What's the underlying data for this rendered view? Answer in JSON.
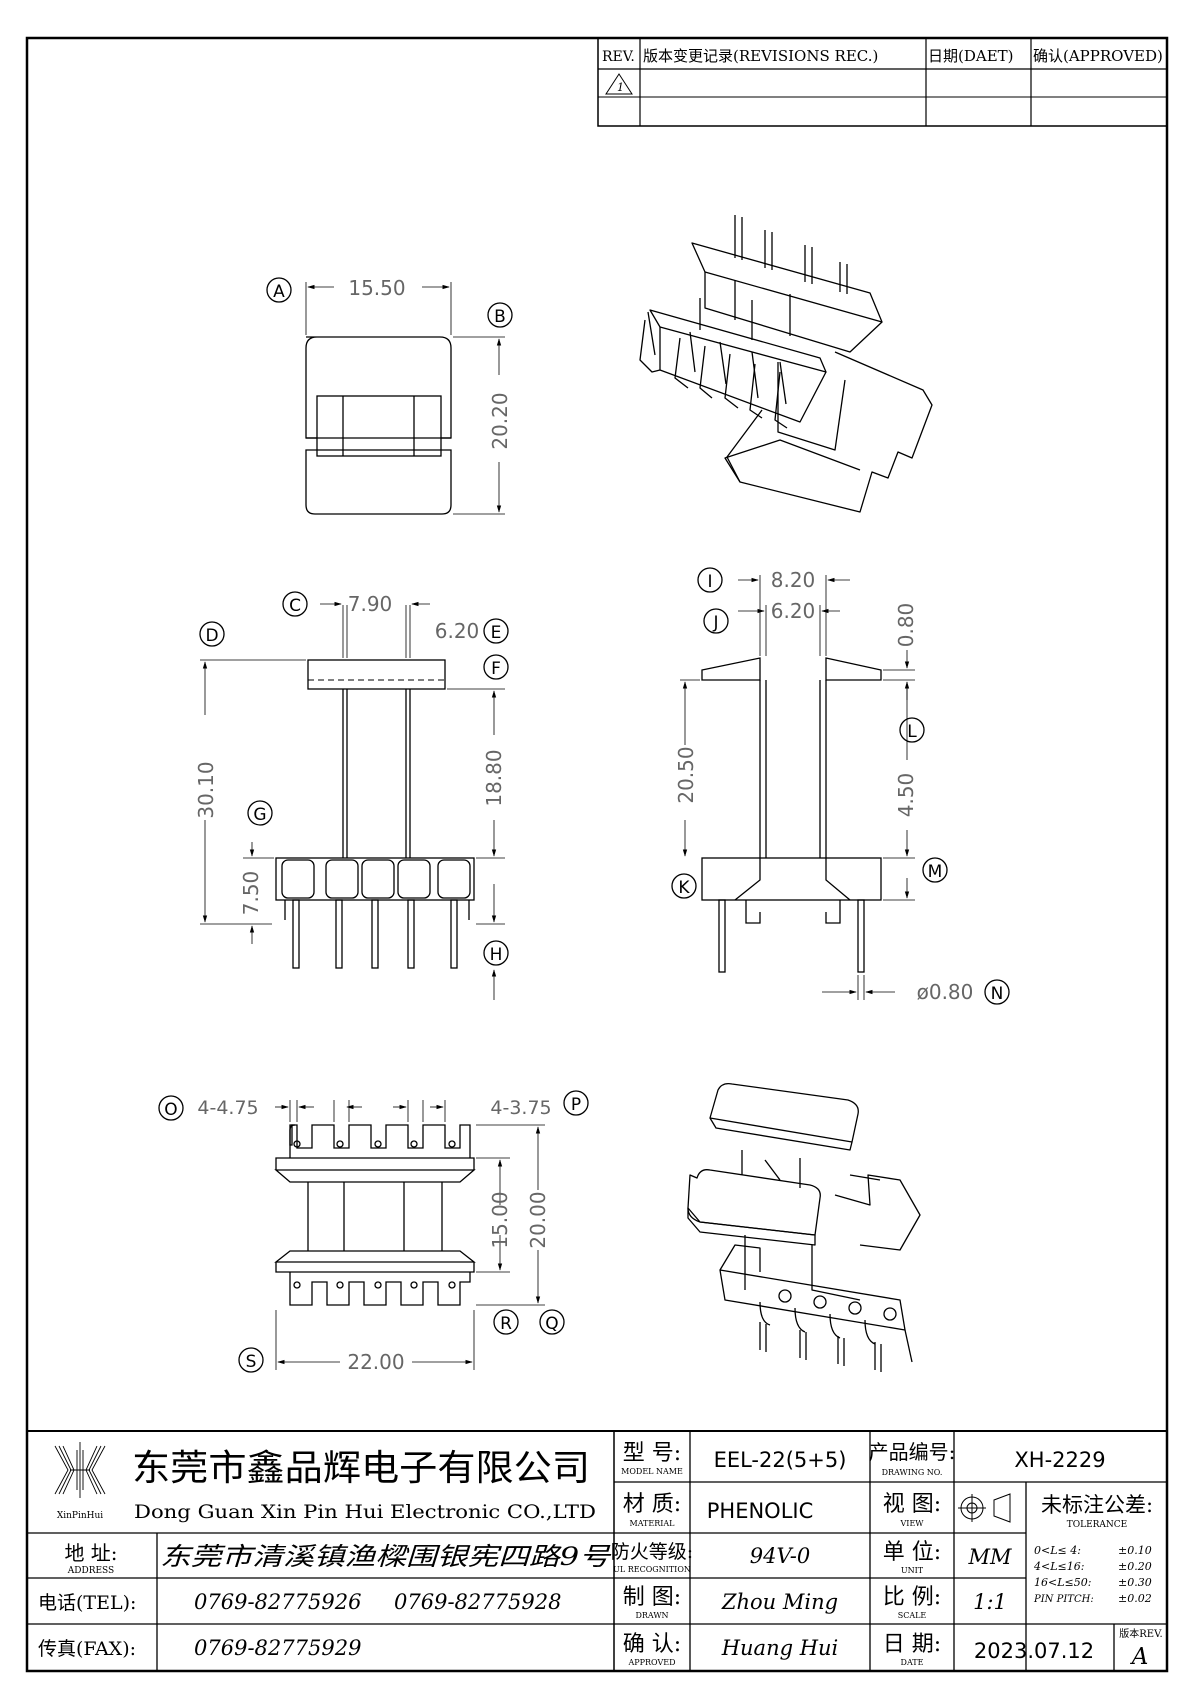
{
  "revisions": {
    "headers": {
      "rev": "REV.",
      "desc": "版本变更记录(REVISIONS REC.)",
      "date": "日期(DAET)",
      "approved": "确认(APPROVED)"
    },
    "rows": [
      {
        "rev": "1"
      }
    ]
  },
  "dimensions": {
    "top_view": {
      "width": "15.50",
      "height": "20.20",
      "label_a": "A",
      "label_b": "B"
    },
    "front_view": {
      "c_label": "C",
      "c_value": "7.90",
      "e_label": "E",
      "e_value": "6.20",
      "d_label": "D",
      "d_value": "30.10",
      "f_label": "F",
      "f_value": "18.80",
      "g_label": "G",
      "g_value": "7.50",
      "h_label": "H"
    },
    "side_view": {
      "i_label": "I",
      "i_value": "8.20",
      "j_label": "J",
      "j_value": "6.20",
      "top_value": "0.80",
      "l_label": "L",
      "l_value": "4.50",
      "left_value": "20.50",
      "k_label": "K",
      "m_label": "M",
      "n_label": "N",
      "n_value": "ø0.80"
    },
    "bottom_view": {
      "o_label": "O",
      "o_value": "4-4.75",
      "p_label": "P",
      "p_value": "4-3.75",
      "inner_value": "15.00",
      "outer_value": "20.00",
      "r_label": "R",
      "q_label": "Q",
      "s_label": "S",
      "s_value": "22.00"
    }
  },
  "title_block": {
    "company_cn": "东莞市鑫品辉电子有限公司",
    "company_en": "Dong Guan Xin Pin Hui Electronic CO.,LTD",
    "logo_text": "XinPinHui",
    "address_label": "地 址:",
    "address_sub": "ADDRESS",
    "address": "东莞市清溪镇渔樑围银宪四路9号",
    "tel_label": "电话(TEL):",
    "tel1": "0769-82775926",
    "tel2": "0769-82775928",
    "fax_label": "传真(FAX):",
    "fax": "0769-82775929",
    "model_label": "型 号:",
    "model_sub": "MODEL NAME",
    "model": "EEL-22(5+5)",
    "material_label": "材 质:",
    "material_sub": "MATERIAL",
    "material": "PHENOLIC",
    "fire_label": "防火等级:",
    "fire_sub": "UL RECOGNITION",
    "fire": "94V-0",
    "drawn_label": "制 图:",
    "drawn_sub": "DRAWN",
    "drawn": "Zhou Ming",
    "approved_label": "确 认:",
    "approved_sub": "APPROVED",
    "approved": "Huang Hui",
    "drawing_no_label": "产品编号:",
    "drawing_no_sub": "DRAWING NO.",
    "drawing_no": "XH-2229",
    "view_label": "视 图:",
    "view_sub": "VIEW",
    "unit_label": "单 位:",
    "unit_sub": "UNIT",
    "unit": "MM",
    "scale_label": "比 例:",
    "scale_sub": "SCALE",
    "scale": "1:1",
    "date_label": "日 期:",
    "date_sub": "DATE",
    "date": "2023.07.12",
    "tolerance_label": "未标注公差:",
    "tolerance_sub": "TOLERANCE",
    "tolerances": [
      {
        "range": "0<L≤ 4:",
        "value": "±0.10"
      },
      {
        "range": "4<L≤16:",
        "value": "±0.20"
      },
      {
        "range": "16<L≤50:",
        "value": "±0.30"
      },
      {
        "range": "PIN PITCH:",
        "value": "±0.02"
      }
    ],
    "version_label": "版本REV.",
    "version": "A"
  }
}
